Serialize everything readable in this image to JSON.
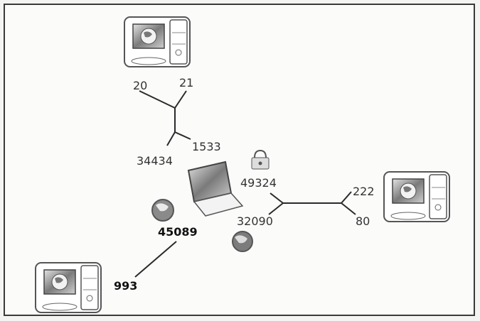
{
  "diagram": {
    "nodes": [
      {
        "id": "server-top",
        "kind": "server",
        "icon": "server-globe-icon"
      },
      {
        "id": "server-right",
        "kind": "server",
        "icon": "server-globe-icon"
      },
      {
        "id": "server-bottom-left",
        "kind": "server",
        "icon": "server-globe-icon"
      },
      {
        "id": "laptop-center",
        "kind": "laptop",
        "icon": "laptop-icon"
      }
    ],
    "ports": {
      "top_a": "20",
      "top_b": "21",
      "top_c": "34434",
      "top_d": "1533",
      "center_a": "49324",
      "center_b": "32090",
      "right_a": "222",
      "right_b": "80",
      "left_a": "45089",
      "left_b": "993"
    },
    "icons": {
      "lock": "lock-icon",
      "globe_left": "globe-icon",
      "globe_bottom": "globe-icon"
    },
    "colors": {
      "line": "#2a2a2a",
      "label": "#333333",
      "label_bold": "#111111",
      "screen_dark": "#6a6a6a",
      "screen_light": "#c9c9c9"
    }
  }
}
